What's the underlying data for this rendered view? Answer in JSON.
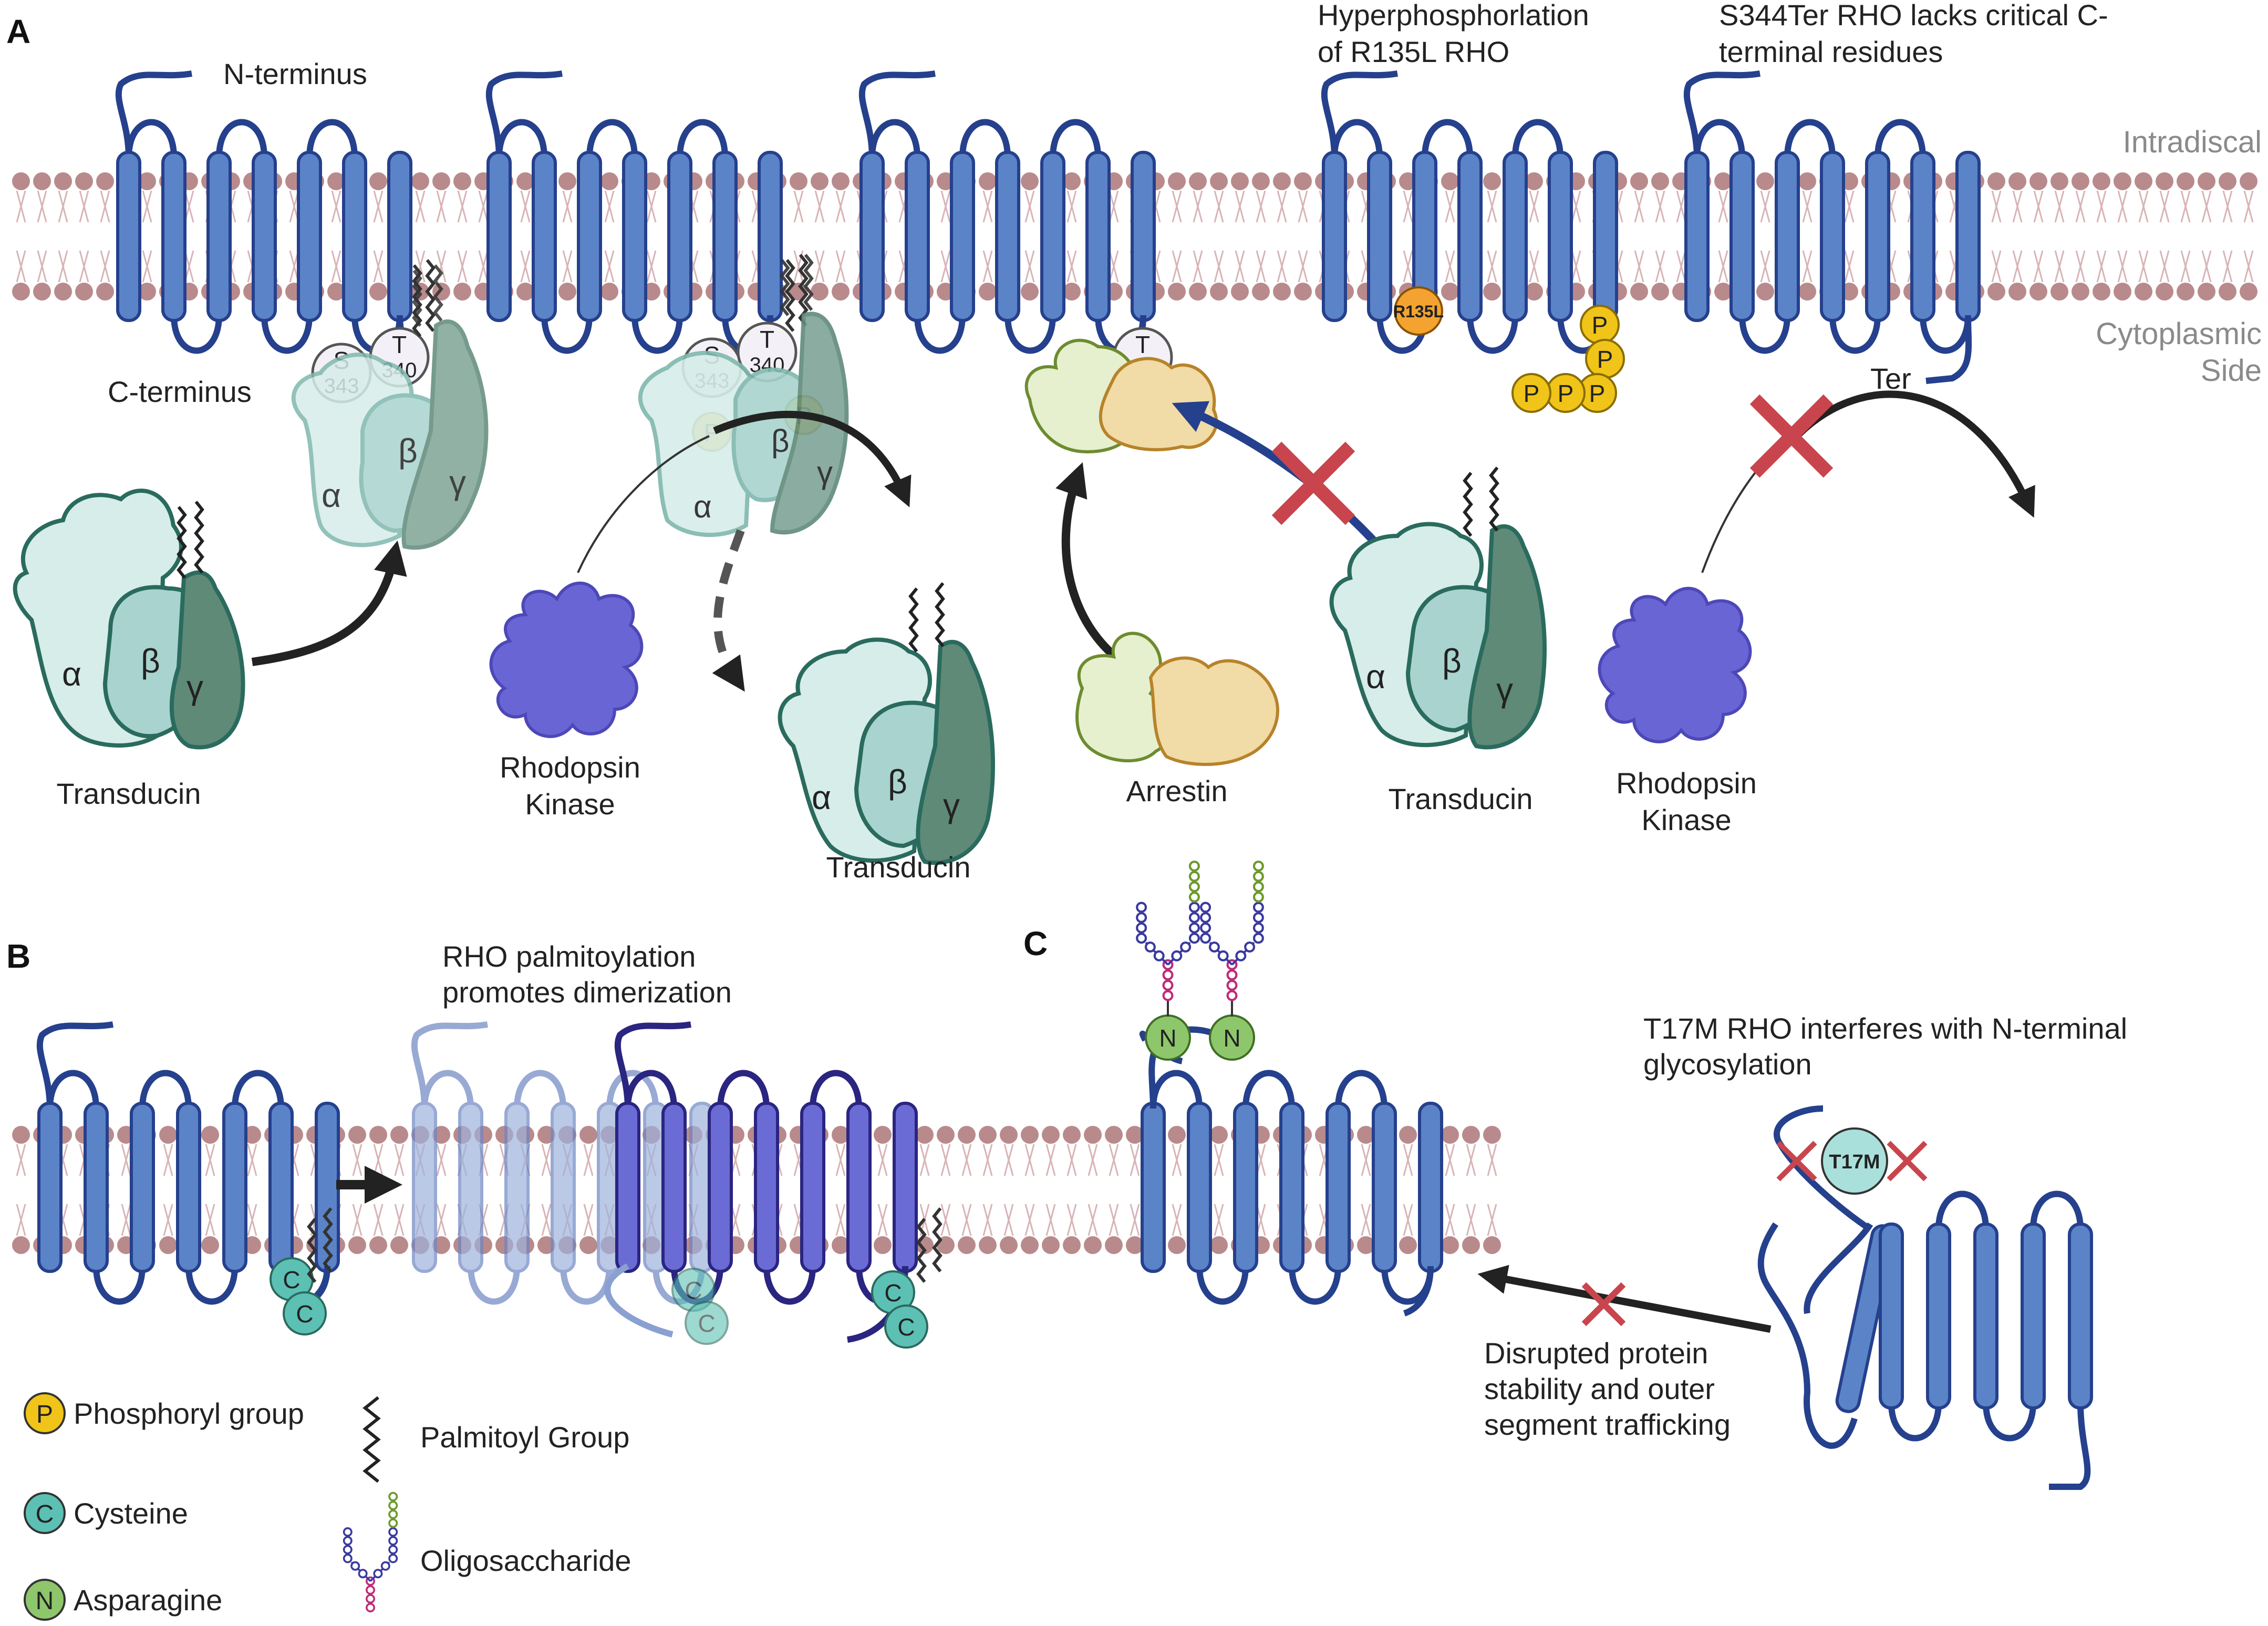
{
  "colors": {
    "membrane_head": "#b98a8c",
    "membrane_tail": "#d8b4b6",
    "receptor_fill": "#5b83c8",
    "receptor_stroke": "#25408c",
    "receptor_light": "#9eb3dc",
    "receptor_dark": "#6b6bd6",
    "alpha": "#d6ede9",
    "beta": "#a9d3ce",
    "gamma": "#5f8a78",
    "transducin_stroke": "#2a6b5e",
    "kinase": "#6a65d4",
    "arrestin_green": "#e6f0cf",
    "arrestin_tan": "#f1dba6",
    "phosphoryl": "#f0c419",
    "cysteine": "#5cc0b4",
    "asparagine": "#8ec66c",
    "mutation_orange": "#f4a331",
    "cross_red": "#c9454d",
    "arrow": "#222222"
  },
  "panelA": {
    "letter": "A",
    "n_terminus": "N-terminus",
    "c_terminus": "C-terminus",
    "intradiscal": "Intradiscal",
    "cytoplasmic_1": "Cytoplasmic",
    "cytoplasmic_2": "Side",
    "hyper_title_1": "Hyperphosphorlation",
    "hyper_title_2": "of R135L RHO",
    "s344_title_1": "S344Ter RHO lacks critical C-",
    "s344_title_2": "terminal residues",
    "residue_s": "S",
    "residue_s_num": "343",
    "residue_t": "T",
    "residue_t_num": "340",
    "p": "P",
    "alpha": "α",
    "beta": "β",
    "gamma": "γ",
    "transducin": "Transducin",
    "rhodopsin_kinase_1": "Rhodopsin",
    "rhodopsin_kinase_2": "Kinase",
    "arrestin": "Arrestin",
    "r135l": "R135L",
    "ter": "Ter"
  },
  "panelB": {
    "letter": "B",
    "title_1": "RHO palmitoylation",
    "title_2": "promotes dimerization",
    "cysteine_letter": "C"
  },
  "panelC": {
    "letter": "C",
    "title_1": "T17M RHO interferes with N-terminal",
    "title_2": "glycosylation",
    "t17m": "T17M",
    "asparagine_letter": "N",
    "disrupted_1": "Disrupted protein",
    "disrupted_2": "stability and outer",
    "disrupted_3": "segment trafficking"
  },
  "legend": {
    "phosphoryl_letter": "P",
    "phosphoryl": "Phosphoryl group",
    "cysteine_letter": "C",
    "cysteine": "Cysteine",
    "asparagine_letter": "N",
    "asparagine": "Asparagine",
    "palmitoyl": "Palmitoyl Group",
    "oligosaccharide": "Oligosaccharide"
  }
}
